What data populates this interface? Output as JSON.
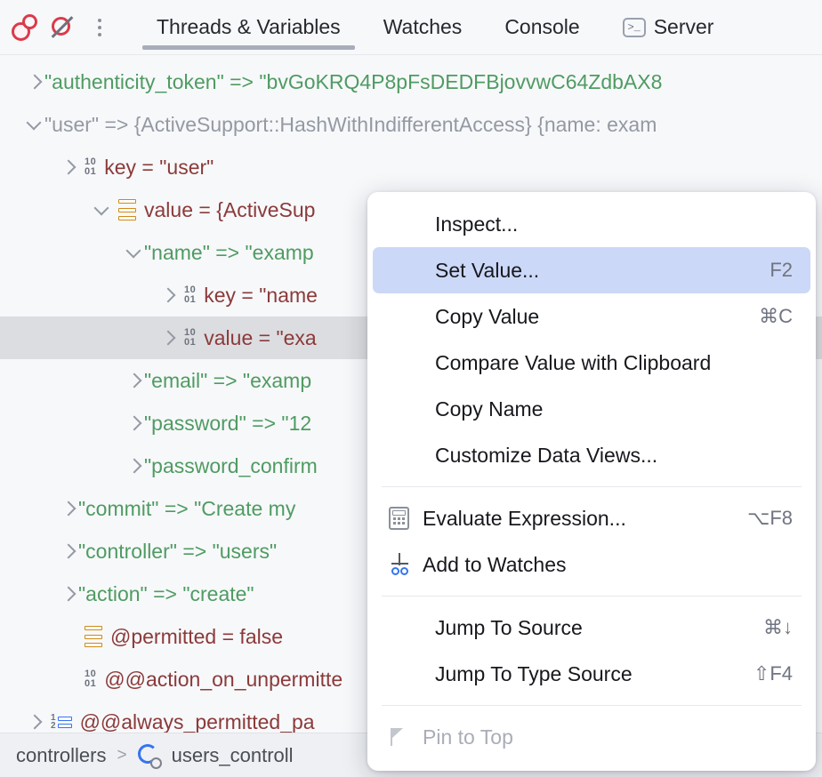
{
  "toolbar": {
    "breakpoints_icon": "breakpoints-icon",
    "mute_breakpoints_icon": "mute-breakpoints-icon",
    "more_icon": "more-options-icon"
  },
  "tabs": [
    {
      "label": "Threads & Variables",
      "active": true,
      "icon": ""
    },
    {
      "label": "Watches",
      "active": false,
      "icon": ""
    },
    {
      "label": "Console",
      "active": false,
      "icon": ""
    },
    {
      "label": "Server",
      "active": false,
      "icon": "terminal-icon"
    }
  ],
  "tree": {
    "rows": [
      {
        "indent": 0,
        "chev": "closed",
        "icon": "none",
        "text": "\"authenticity_token\" => \"bvGoKRQ4P8pFsDEDFBjovvwC64ZdbAX8",
        "kind": "pair",
        "selected": false
      },
      {
        "indent": 0,
        "chev": "open",
        "icon": "none",
        "text": "\"user\" => {ActiveSupport::HashWithIndifferentAccess} {name: exam",
        "kind": "pair-obj",
        "selected": false
      },
      {
        "indent": 1,
        "chev": "closed",
        "icon": "binary",
        "text": "key = \"user\"",
        "kind": "named",
        "selected": false
      },
      {
        "indent": 2,
        "chev": "open",
        "icon": "hash",
        "text": "value = {ActiveSup",
        "kind": "named-obj",
        "selected": false
      },
      {
        "indent": 3,
        "chev": "open",
        "icon": "none",
        "text": "\"name\" => \"examp",
        "kind": "pair",
        "selected": false
      },
      {
        "indent": 4,
        "chev": "closed",
        "icon": "binary",
        "text": "key = \"name",
        "kind": "named",
        "selected": false
      },
      {
        "indent": 4,
        "chev": "closed",
        "icon": "binary",
        "text": "value = \"exa",
        "kind": "named",
        "selected": true
      },
      {
        "indent": 3,
        "chev": "closed",
        "icon": "none",
        "text": "\"email\" => \"examp",
        "kind": "pair",
        "selected": false
      },
      {
        "indent": 3,
        "chev": "closed",
        "icon": "none",
        "text": "\"password\" => \"12",
        "kind": "pair",
        "selected": false
      },
      {
        "indent": 3,
        "chev": "closed",
        "icon": "none",
        "text": "\"password_confirm",
        "kind": "pair",
        "selected": false
      },
      {
        "indent": 1,
        "chev": "closed",
        "icon": "none",
        "text": "\"commit\" => \"Create my",
        "kind": "pair",
        "selected": false
      },
      {
        "indent": 1,
        "chev": "closed",
        "icon": "none",
        "text": "\"controller\" => \"users\"",
        "kind": "pair",
        "selected": false
      },
      {
        "indent": 1,
        "chev": "closed",
        "icon": "none",
        "text": "\"action\" => \"create\"",
        "kind": "pair",
        "selected": false
      },
      {
        "indent": 1,
        "chev": "hidden",
        "icon": "hash",
        "text": "@permitted = false",
        "kind": "named-bool",
        "selected": false
      },
      {
        "indent": 1,
        "chev": "hidden",
        "icon": "binary",
        "text": "@@action_on_unpermitte",
        "kind": "named",
        "selected": false
      },
      {
        "indent": 0,
        "chev": "closed",
        "icon": "array",
        "text": "@@always_permitted_pa",
        "kind": "named",
        "selected": false
      }
    ]
  },
  "context_menu": {
    "items": [
      {
        "label": "Inspect...",
        "shortcut": "",
        "icon": "",
        "highlight": false,
        "disabled": false,
        "sep_after": false
      },
      {
        "label": "Set Value...",
        "shortcut": "F2",
        "icon": "",
        "highlight": true,
        "disabled": false,
        "sep_after": false
      },
      {
        "label": "Copy Value",
        "shortcut": "⌘C",
        "icon": "",
        "highlight": false,
        "disabled": false,
        "sep_after": false
      },
      {
        "label": "Compare Value with Clipboard",
        "shortcut": "",
        "icon": "",
        "highlight": false,
        "disabled": false,
        "sep_after": false
      },
      {
        "label": "Copy Name",
        "shortcut": "",
        "icon": "",
        "highlight": false,
        "disabled": false,
        "sep_after": false
      },
      {
        "label": "Customize Data Views...",
        "shortcut": "",
        "icon": "",
        "highlight": false,
        "disabled": false,
        "sep_after": true
      },
      {
        "label": "Evaluate Expression...",
        "shortcut": "⌥F8",
        "icon": "calculator-icon",
        "highlight": false,
        "disabled": false,
        "sep_after": false
      },
      {
        "label": "Add to Watches",
        "shortcut": "",
        "icon": "add-to-watches-icon",
        "highlight": false,
        "disabled": false,
        "sep_after": true
      },
      {
        "label": "Jump To Source",
        "shortcut": "⌘↓",
        "icon": "",
        "highlight": false,
        "disabled": false,
        "sep_after": false
      },
      {
        "label": "Jump To Type Source",
        "shortcut": "⇧F4",
        "icon": "",
        "highlight": false,
        "disabled": false,
        "sep_after": true
      },
      {
        "label": "Pin to Top",
        "shortcut": "",
        "icon": "flag-icon",
        "highlight": false,
        "disabled": true,
        "sep_after": false
      }
    ]
  },
  "statusbar": {
    "crumbs": [
      "controllers",
      "users_controll"
    ],
    "separator": ">",
    "file_icon": "ruby-controller-icon"
  },
  "colors": {
    "accent_highlight": "#ccd8f7",
    "selection_row": "#dcdde0",
    "string_green": "#4f9b62",
    "identifier_red": "#8b3a3a",
    "muted_gray": "#9499a3",
    "breakpoint_red": "#db3b4b",
    "blue": "#3574f0",
    "hash_orange": "#cf8b15"
  }
}
